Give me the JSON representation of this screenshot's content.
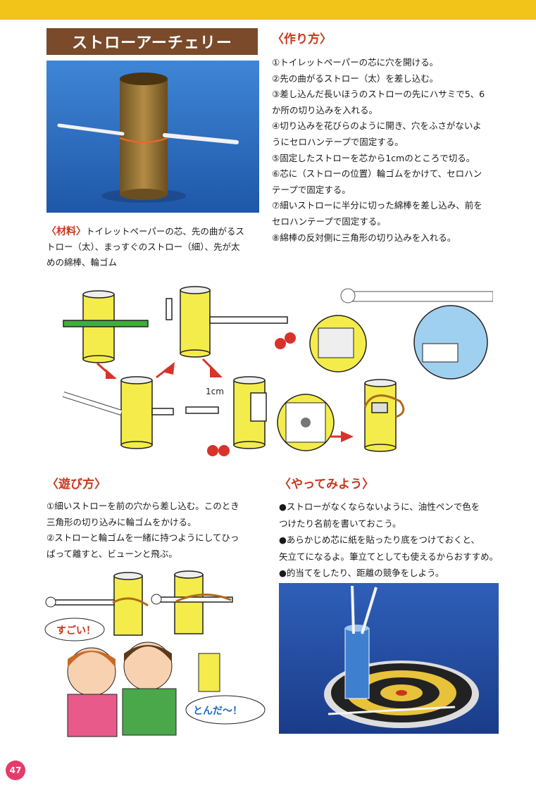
{
  "title": "ストローアーチェリー",
  "headings": {
    "howto": "〈作り方〉",
    "play": "〈遊び方〉",
    "tryit": "〈やってみよう〉"
  },
  "steps": [
    "①トイレットペーパーの芯に穴を開ける。",
    "②先の曲がるストロー（太）を差し込む。",
    "③差し込んだ長いほうのストローの先にハサミで5、6",
    "か所の切り込みを入れる。",
    "④切り込みを花びらのように開き、穴をふさがないよ",
    "うにセロハンテープで固定する。",
    "⑤固定したストローを芯から1cmのところで切る。",
    "⑥芯に（ストローの位置）輪ゴムをかけて、セロハン",
    "テープで固定する。",
    "⑦細いストローに半分に切った綿棒を差し込み、前を",
    "セロハンテープで固定する。",
    "⑧綿棒の反対側に三角形の切り込みを入れる。"
  ],
  "materials": {
    "label": "〈材料〉",
    "lines": [
      "トイレットペーパーの芯、先の曲がるス",
      "トロー（太）、まっすぐのストロー（細）、先が太",
      "めの綿棒、輪ゴム"
    ]
  },
  "play": [
    "①細いストローを前の穴から差し込む。このとき",
    "三角形の切り込みに輪ゴムをかける。",
    "②ストローと輪ゴムを一緒に持つようにしてひっ",
    "ぱって離すと、ビューンと飛ぶ。"
  ],
  "tryit": [
    "●ストローがなくならないように、油性ペンで色を",
    "つけたり名前を書いておこう。",
    "●あらかじめ芯に紙を貼ったり底をつけておくと、",
    "矢立てになるよ。筆立てとしても使えるからおすすめ。",
    "●的当てをしたり、距離の競争をしよう。"
  ],
  "labels": {
    "cm": "1cm",
    "sugoi": "すごい！",
    "tonda": "とんだ〜！"
  },
  "page_number": "47",
  "colors": {
    "topbar": "#f2c319",
    "title_bg": "#7a4a2a",
    "heading": "#c8361c",
    "tube_yellow": "#f4ec4a",
    "arrow_red": "#d8322a",
    "photo_blue": "#2f6fc0",
    "page_badge": "#e63a6a"
  }
}
